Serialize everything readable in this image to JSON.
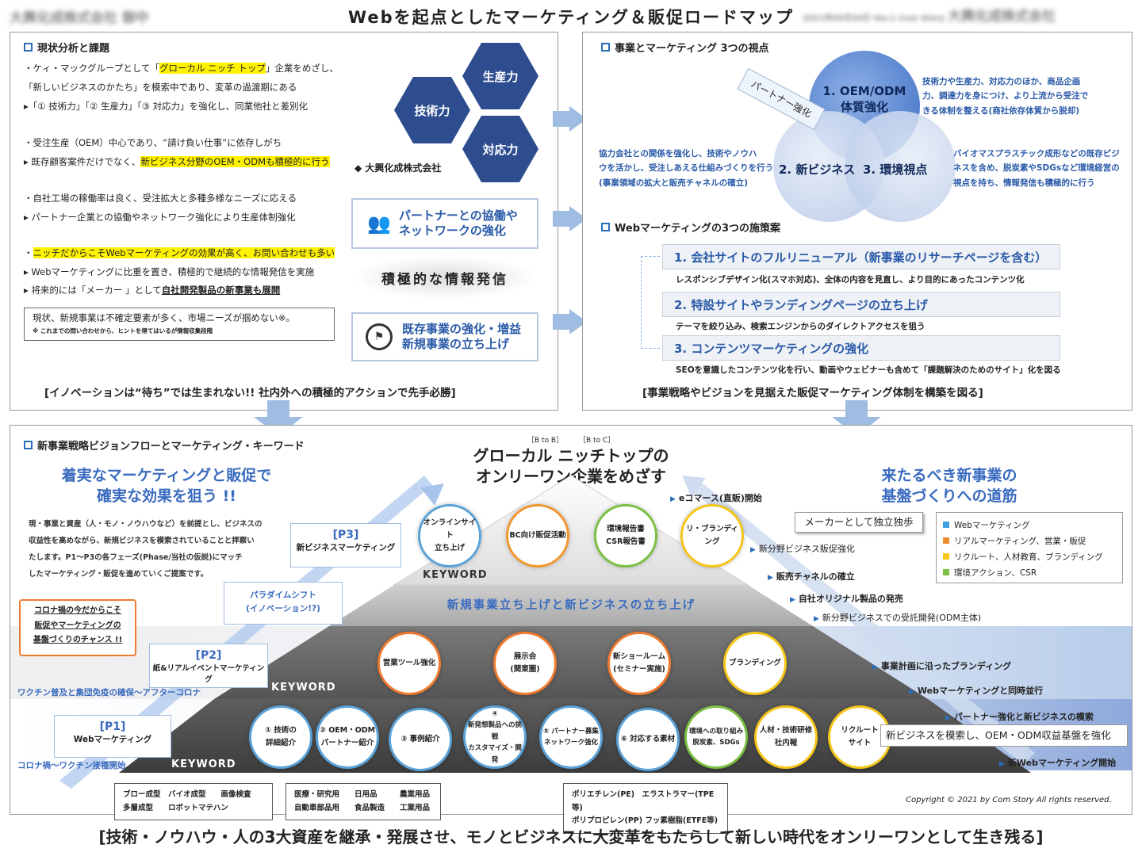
{
  "header": {
    "title": "Webを起点としたマーケティング＆販促ロードマップ",
    "company_left": "大興化成株式会社 御中",
    "company_right": "大興化成株式会社",
    "right_meta": "2021年05月20日 Ver.1 Com Story"
  },
  "panel_left": {
    "section_title": "現状分析と課題",
    "lines": [
      "・ケィ・マックグループとして「グローカル ニッチ トップ」企業をめざし、",
      "「新しいビジネスのかたち」を模索中であり、変革の過渡期にある",
      "▸「① 技術力」「② 生産力」「③ 対応力」を強化し、同業他社と差別化",
      "・受注生産（OEM）中心であり、“請け負い仕事”に依存しがち",
      "▸ 既存顧客案件だけでなく、新ビジネス分野のOEM・ODMも積極的に行う",
      "・自社工場の稼働率は良く、受注拡大と多種多様なニーズに応える",
      "▸ パートナー企業との協働やネットワーク強化により生産体制強化",
      "・ニッチだからこそWebマーケティングの効果が高く、お問い合わせも多い",
      "▸ Webマーケティングに比重を置き、積極的で継続的な情報発信を実施",
      "▸ 将来的には「メーカー 」として自社開発製品の新事業も展開"
    ],
    "note_main": "現状、新規事業は不確定要素が多く、市場ニーズが掴めない※。",
    "note_small": "※ これまでの問い合わせから、ヒントを得てはいるが情報収集段階",
    "hex": [
      "生産力",
      "技術力",
      "対応力"
    ],
    "logo_text": "大興化成株式会社",
    "box_partner": "パートナーとの協働や\nネットワークの強化",
    "info_label": "積極的な情報発信",
    "box_business": "既存事業の強化・増益\n新規事業の立ち上げ",
    "slogan": "[イノベーションは“待ち”では生まれない!!  社内外への積極的アクションで先手必勝]"
  },
  "panel_right": {
    "section_title": "事業とマーケティング 3つの視点",
    "partner_tag": "パートナー強化",
    "venn": [
      "1. OEM/ODM\n体質強化",
      "2. 新ビジネス",
      "3. 環境視点"
    ],
    "text_right_top": "技術力や生産力、対応力のほか、商品企画\n力、調達力を身につけ、より上流から受注で\nきる体制を整える(商社依存体質から脱却)",
    "text_left": "協力会社との関係を強化し、技術やノウハ\nウを活かし、受注しあえる仕組みづくりを行う\n(事業領域の拡大と販売チャネルの確立)",
    "text_right_bottom": "バイオマスプラスチック成形などの既存ビジ\nネスを含め、脱炭素やSDGsなど環境経営の\n視点を持ち、情報発信も積極的に行う",
    "web_title": "Webマーケティングの3つの施策案",
    "web_items": [
      {
        "label": "1. 会社サイトのフルリニューアル（新事業のリサーチページを含む）",
        "sub": "レスポンシブデザイン化(スマホ対応)、全体の内容を見直し、より目的にあったコンテンツ化"
      },
      {
        "label": "2. 特設サイトやランディングページの立ち上げ",
        "sub": "テーマを絞り込み、検索エンジンからのダイレクトアクセスを狙う"
      },
      {
        "label": "3. コンテンツマーケティングの強化",
        "sub": "SEOを意識したコンテンツ化を行い、動画やウェビナーも含めて「課題解決のためのサイト」化を図る"
      }
    ],
    "slogan": "[事業戦略やビジョンを見据えた販促マーケティング体制を構築を図る]"
  },
  "bottom": {
    "section_title": "新事業戦略ビジョンフローとマーケティング・キーワード",
    "headline_left": "着実なマーケティングと販促で\n確実な効果を狙う !!",
    "desc_left": "現・事業と資産（人・モノ・ノウハウなど）を前提とし、ビジネスの\n収益性を高めながら、新規ビジネスを模索されていることと拝察い\nたします。P1〜P3の各フェーズ(Phase/当社の仮説)にマッチ\nしたマーケティング・販促を進めていくご提案です。",
    "bb_labels": [
      "［B to B］",
      "［B to C］"
    ],
    "top_goal": "グローカル ニッチトップの\nオンリーワン企業をめざす",
    "headline_right": "来たるべき新事業の\n基盤づくりへの道筋",
    "maker_box": "メーカーとして独立独歩",
    "legend": [
      {
        "label": "Webマーケティング",
        "color": "#3fa0e0"
      },
      {
        "label": "リアルマーケティング、営業・販促",
        "color": "#f08a2e"
      },
      {
        "label": "リクルート、人材教育、ブランディング",
        "color": "#f5c518"
      },
      {
        "label": "環境アクション、CSR",
        "color": "#7ac043"
      }
    ],
    "keyword_label": "KEYWORD",
    "pyramid_mid_text": "新規事業立ち上げと新ビジネスの立ち上げ",
    "tier1": [
      "オンラインサイト\n立ち上げ",
      "BC向け販促活動",
      "環境報告書\nCSR報告書",
      "リ・ブランディング"
    ],
    "tier2": [
      "営業ツール強化",
      "展示会\n(関東圏)",
      "新ショールーム\n(セミナー実施)",
      "ブランディング"
    ],
    "tier3": [
      "① 技術の\n詳細紹介",
      "② OEM・ODM\nパートナー紹介",
      "③ 事例紹介",
      "④\n新発想製品への挑戦\nカスタマイズ・開発",
      "⑤ パートナー募集\nネットワーク強化",
      "⑥ 対応する素材",
      "環境への取り組み\n脱炭素、SDGs",
      "人材・技術研修\n社内報",
      "リクルート\nサイト"
    ],
    "phases": [
      {
        "id": "[P1]",
        "name": "Webマーケティング"
      },
      {
        "id": "[P2]",
        "name": "紙&リアルイベントマーケティング"
      },
      {
        "id": "[P3]",
        "name": "新ビジネスマーケティング"
      }
    ],
    "paradigm": "パラダイムシフト\n(イノベーション!?)",
    "corona_box": "コロナ禍の今だからこそ\n販促やマーケティングの\n基盤づくりのチャンス !!",
    "timeline": [
      "ワクチン普及と集団免疫の確保〜アフターコロナ",
      "コロナ禍〜ワクチン接種開始"
    ],
    "steps": [
      "eコマース(直販)開始",
      "新分野ビジネス販促強化",
      "販売チャネルの確立",
      "自社オリジナル製品の発売",
      "新分野ビジネスでの受託開発(ODM主体)",
      "事業計画に沿ったブランディング",
      "Webマーケティングと同時並行",
      "パートナー強化と新ビジネスの模索",
      "新Webマーケティング開始"
    ],
    "oem_box": "新ビジネスを模索し、OEM・ODM収益基盤を強化",
    "callout1": [
      "ブロー成型　バイオ成型　　画像検査",
      "多層成型　　ロボットマテハン"
    ],
    "callout2": [
      "医療・研究用　　日用品　　　農業用品",
      "自動車部品用　　食品製造　　工業用品"
    ],
    "callout3": [
      "ポリエチレン(PE)　エラストラマー(TPE等)",
      "ポリプロピレン(PP)  フッ素樹脂(ETFE等)"
    ],
    "copyright": "Copyright © 2021 by Com Story All rights reserved."
  },
  "footer": {
    "slogan": "[技術・ノウハウ・人の3大資産を継承・発展させ、モノとビジネスに大変革をもたらして新しい時代をオンリーワンとして生き残る]"
  }
}
